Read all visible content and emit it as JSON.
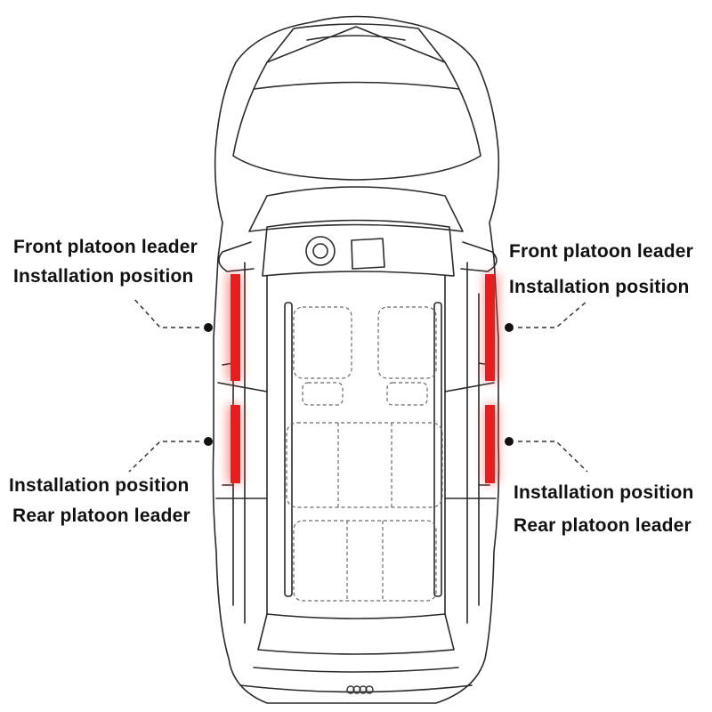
{
  "labels": {
    "front_left": {
      "line1": "Front platoon leader",
      "line2": "Installation position"
    },
    "front_right": {
      "line1": "Front platoon leader",
      "line2": "Installation position"
    },
    "rear_left": {
      "line1": "Installation position",
      "line2": "Rear platoon leader"
    },
    "rear_right": {
      "line1": "Installation position",
      "line2": "Rear platoon leader"
    }
  },
  "colors": {
    "strip": "#e81e1e",
    "outline": "#2a2a2a",
    "background": "#ffffff"
  },
  "icons": {
    "brand_logo": "four-rings-logo"
  }
}
